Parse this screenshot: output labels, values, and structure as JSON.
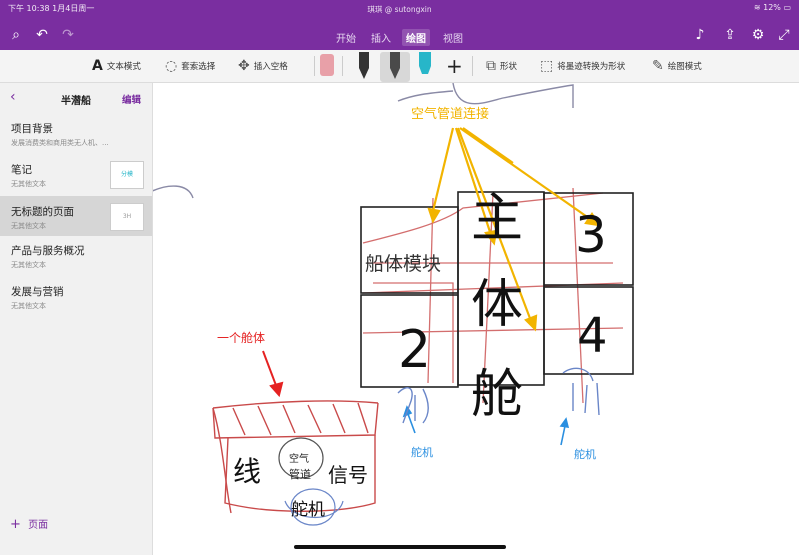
{
  "status": {
    "time_date": "下午 10:38   1月4日周一",
    "notebook": "琪琪 @ sutongxin",
    "battery": "12%"
  },
  "tabs": [
    {
      "label": "开始"
    },
    {
      "label": "插入"
    },
    {
      "label": "绘图"
    },
    {
      "label": "视图"
    }
  ],
  "toolbar": {
    "text_mode": "文本模式",
    "lasso_select": "套索选择",
    "insert_space": "插入空格",
    "shapes": "形状",
    "ink_to_shape": "将墨迹转换为形状",
    "draw_mode": "绘图模式"
  },
  "sidebar": {
    "section_title": "半潜船",
    "edit_label": "编辑",
    "pages": [
      {
        "title": "项目背景",
        "subtitle": "发展消费类和商用类无人机、..."
      },
      {
        "title": "笔记",
        "subtitle": "无其他文本",
        "thumb": "分模"
      },
      {
        "title": "无标题的页面",
        "subtitle": "无其他文本",
        "thumb": "3H"
      },
      {
        "title": "产品与服务概况",
        "subtitle": "无其他文本"
      },
      {
        "title": "发展与营销",
        "subtitle": "无其他文本"
      }
    ],
    "add_page": "页面"
  },
  "canvas": {
    "air_duct_label": "空气管道连接",
    "hull_label": "一个舱体",
    "hull_module": "船体模块",
    "main_cabin": [
      "主",
      "体",
      "舱"
    ],
    "box_3": "3",
    "box_2": "2",
    "box_4": "4",
    "servo_left": "舵机",
    "servo_right": "舵机",
    "sketch_line": "线",
    "sketch_air": "空气",
    "sketch_duct": "管道",
    "sketch_signal": "信号",
    "sketch_servo": "舵机"
  },
  "colors": {
    "accent": "#7a2ea0",
    "annotation_yellow": "#f2b400",
    "annotation_red": "#e52222",
    "annotation_blue": "#2a8fe0",
    "ink_red": "#c94a4a"
  }
}
